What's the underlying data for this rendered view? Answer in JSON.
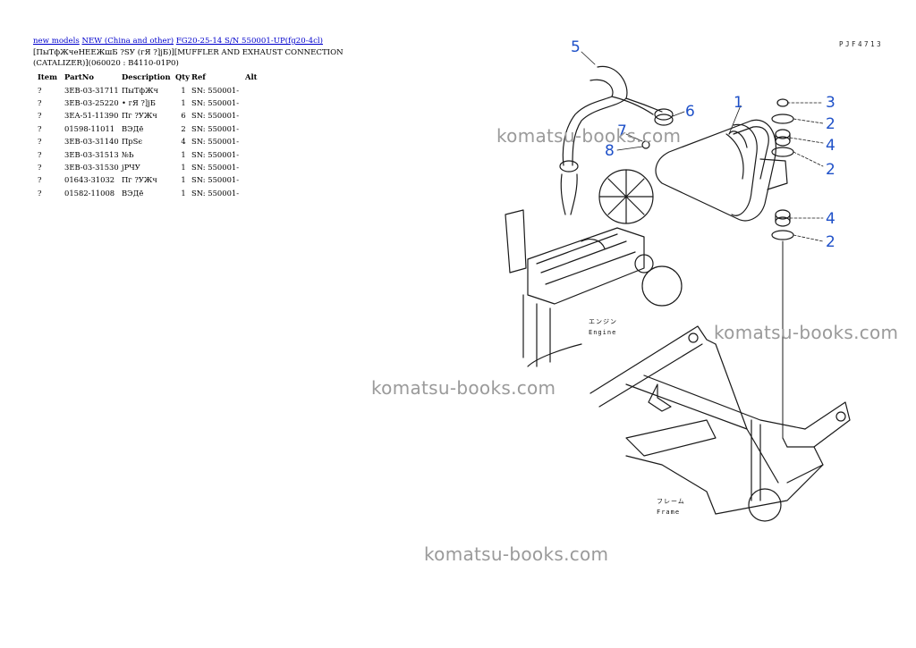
{
  "breadcrumb": {
    "link1": "new models",
    "link2": "NEW (China and other)",
    "link3": "FG20-25-14 S/N 550001-UP(fg20-4cl)"
  },
  "heading": {
    "line1": "[ПыТфЖчеНЕЕЖшБ ?SУ (гЯ ?]jБ)][MUFFLER AND EXHAUST CONNECTION",
    "line2": "(CATALIZER)](060020 : B4110-01P0)"
  },
  "table": {
    "headers": [
      "Item",
      "PartNo",
      "Description",
      "Qty",
      "Ref",
      "Alt"
    ],
    "rows": [
      [
        "?",
        "3EB-03-31711",
        "ПыТфЖч",
        "1",
        "SN: 550001-",
        ""
      ],
      [
        "?",
        "3EB-03-25220",
        "• гЯ ?]jБ",
        "1",
        "SN: 550001-",
        ""
      ],
      [
        "?",
        "3EA-51-11390",
        "Пг ?УЖч",
        "6",
        "SN: 550001-",
        ""
      ],
      [
        "?",
        "01598-11011",
        "ВЭДё",
        "2",
        "SN: 550001-",
        ""
      ],
      [
        "?",
        "3EB-03-31140",
        "ПрSє",
        "4",
        "SN: 550001-",
        ""
      ],
      [
        "?",
        "3EB-03-31513",
        "№Ь",
        "1",
        "SN: 550001-",
        ""
      ],
      [
        "?",
        "3EB-03-31530",
        "jРЧУ",
        "1",
        "SN: 550001-",
        ""
      ],
      [
        "?",
        "01643-31032",
        "Пг ?УЖч",
        "1",
        "SN: 550001-",
        ""
      ],
      [
        "?",
        "01582-11008",
        "ВЭДё",
        "1",
        "SN: 550001-",
        ""
      ]
    ]
  },
  "diagram": {
    "code": "PJF4713",
    "callouts": [
      "5",
      "1",
      "6",
      "7",
      "8",
      "3",
      "2",
      "4",
      "2",
      "4",
      "2"
    ],
    "engine_jp": "エンジン",
    "engine_label": "Engine",
    "frame_jp": "フレーム",
    "frame_label": "Frame"
  },
  "watermark": {
    "text": "komatsu-books.com"
  }
}
